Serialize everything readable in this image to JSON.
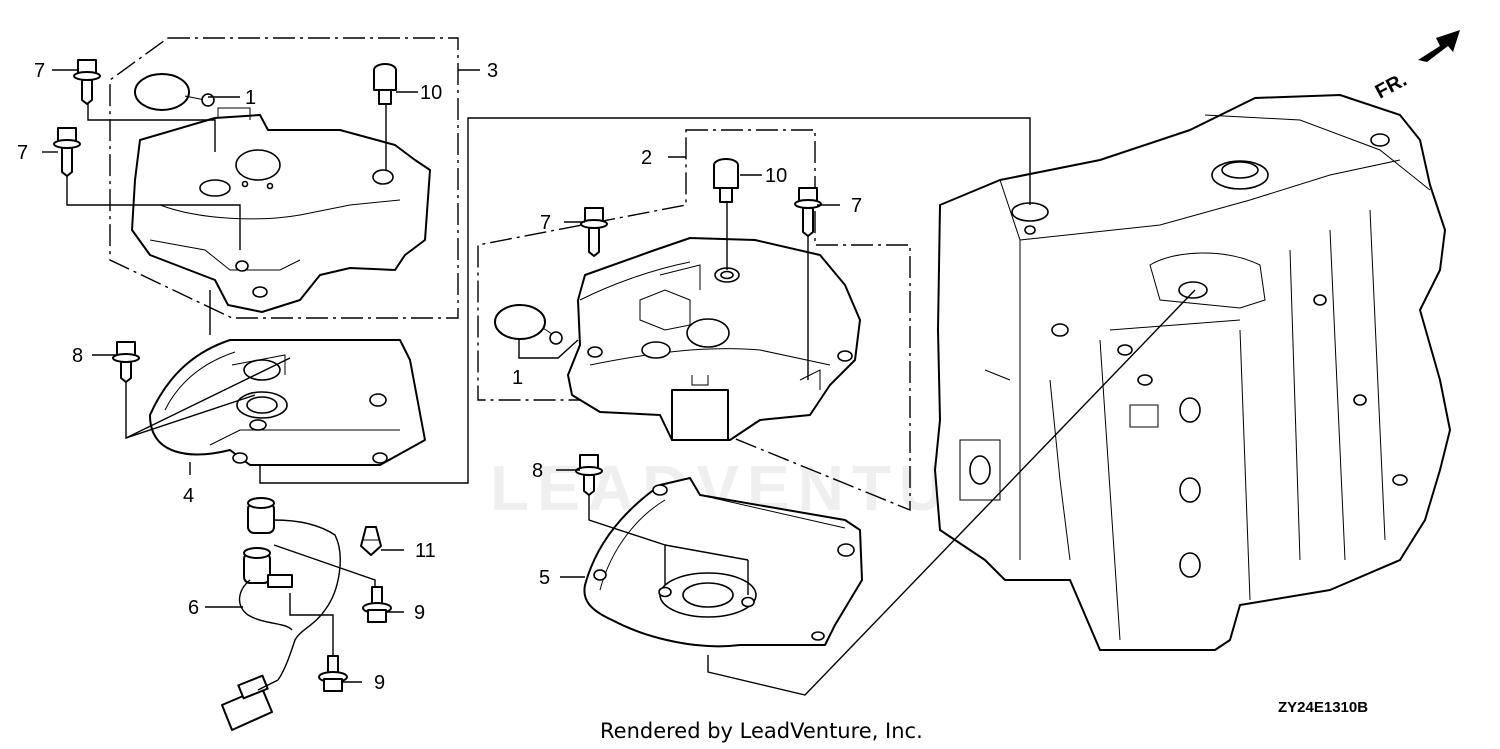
{
  "diagram": {
    "watermark": "LEADVENTURE",
    "direction_label": "FR.",
    "diagram_code": "ZY24E1310B",
    "footer": "Rendered by LeadVenture, Inc.",
    "callouts": {
      "c1a": "1",
      "c1b": "1",
      "c2": "2",
      "c3": "3",
      "c4": "4",
      "c5": "5",
      "c6": "6",
      "c7a": "7",
      "c7b": "7",
      "c7c": "7",
      "c7d": "7",
      "c8a": "8",
      "c8b": "8",
      "c9a": "9",
      "c9b": "9",
      "c10a": "10",
      "c10b": "10",
      "c11": "11"
    }
  }
}
